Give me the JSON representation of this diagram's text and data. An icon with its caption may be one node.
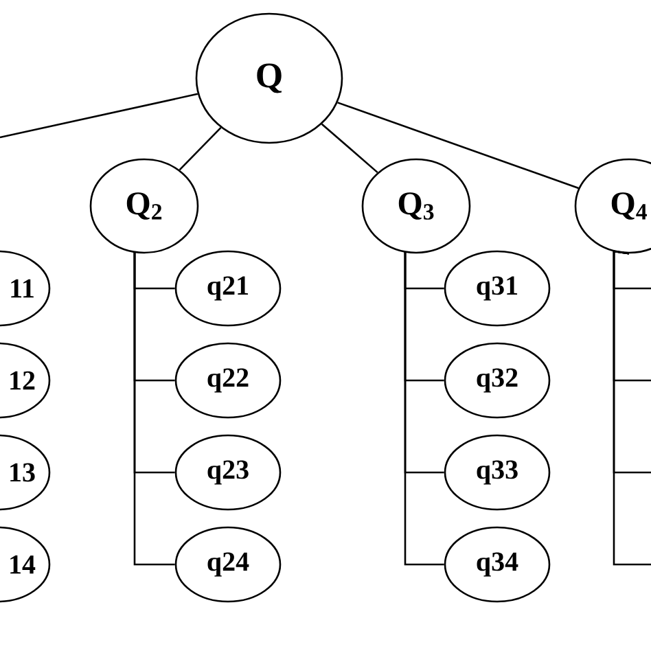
{
  "diagram": {
    "nodes": [
      {
        "text": [
          "Q"
        ]
      },
      {
        "text": [
          "Q$_{2}$"
        ]
      },
      {
        "text": [
          "Q$_{3}$"
        ]
      },
      {
        "text": [
          "Q$_{4}$"
        ]
      },
      {
        "text": [
          "11"
        ]
      },
      {
        "text": [
          "12"
        ]
      },
      {
        "text": [
          "13"
        ]
      },
      {
        "text": [
          "14"
        ]
      },
      {
        "text": [
          "q21"
        ]
      },
      {
        "text": [
          "q22"
        ]
      },
      {
        "text": [
          "q23"
        ]
      },
      {
        "text": [
          "q24"
        ]
      },
      {
        "text": [
          "q31"
        ]
      },
      {
        "text": [
          "q32"
        ]
      },
      {
        "text": [
          "q33"
        ]
      },
      {
        "text": [
          "q34"
        ]
      }
    ],
    "edges": [
      {
        "from": 0,
        "to": null,
        "arrow": "none"
      },
      {
        "from": 0,
        "to": 1,
        "arrow": "none"
      },
      {
        "from": 0,
        "to": 2,
        "arrow": "none"
      },
      {
        "from": 0,
        "to": 3,
        "arrow": "none"
      },
      {
        "from": 1,
        "to": 8,
        "arrow": "none"
      },
      {
        "from": 1,
        "to": 9,
        "arrow": "none"
      },
      {
        "from": 1,
        "to": 10,
        "arrow": "none"
      },
      {
        "from": 1,
        "to": 11,
        "arrow": "none"
      },
      {
        "from": 2,
        "to": 12,
        "arrow": "none"
      },
      {
        "from": 2,
        "to": 13,
        "arrow": "none"
      },
      {
        "from": 2,
        "to": 14,
        "arrow": "none"
      },
      {
        "from": 2,
        "to": 15,
        "arrow": "none"
      },
      {
        "from": 3,
        "to": null,
        "arrow": "none"
      },
      {
        "from": 3,
        "to": null,
        "arrow": "none"
      },
      {
        "from": 3,
        "to": null,
        "arrow": "none"
      },
      {
        "from": 3,
        "to": null,
        "arrow": "none"
      }
    ]
  }
}
